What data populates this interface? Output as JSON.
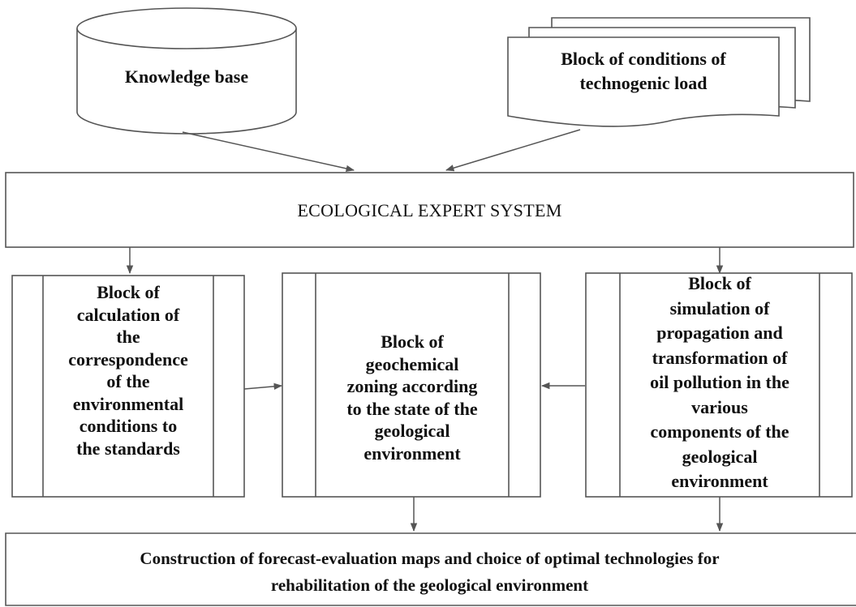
{
  "knowledge_base": {
    "label": "Knowledge base"
  },
  "conditions_block": {
    "lines": [
      "Block of conditions of",
      "technogenic load"
    ]
  },
  "expert_system": {
    "label": "ECOLOGICAL EXPERT SYSTEM"
  },
  "left_block": {
    "lines": [
      "Block of",
      "calculation of",
      "the",
      "correspondence",
      "of the",
      "environmental",
      "conditions to",
      "the standards"
    ]
  },
  "middle_block": {
    "lines": [
      "Block of",
      "geochemical",
      "zoning according",
      "to the state of the",
      "geological",
      "environment"
    ]
  },
  "right_block": {
    "lines": [
      "Block of",
      "simulation of",
      "propagation and",
      "transformation of",
      "oil pollution in the",
      "various",
      "components of the",
      "geological",
      "environment"
    ]
  },
  "output_block": {
    "lines": [
      "Construction of forecast-evaluation maps and  choice of optimal technologies for",
      "rehabilitation of the geological environment"
    ]
  }
}
